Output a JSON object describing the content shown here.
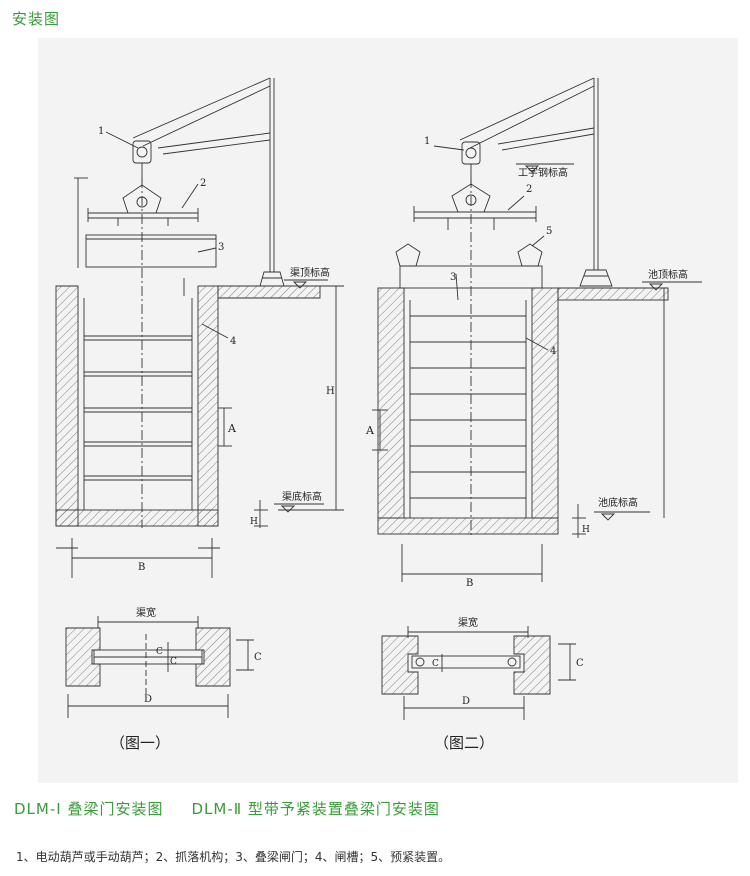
{
  "header": {
    "title": "安装图"
  },
  "figure1": {
    "callouts": [
      "1",
      "2",
      "3",
      "4"
    ],
    "top_level_label": "渠顶标高",
    "bottom_level_label": "渠底标高",
    "dim_A": "A",
    "dim_H": "H",
    "dim_H1": "H",
    "dim_B": "B",
    "plan_width_label": "渠宽",
    "dim_C1": "C",
    "dim_C2": "C",
    "dim_C": "C",
    "dim_D": "D",
    "caption": "（图一）"
  },
  "figure2": {
    "callouts": [
      "1",
      "2",
      "3",
      "4",
      "5"
    ],
    "steel_level_label": "工字钢标高",
    "top_level_label": "池顶标高",
    "bottom_level_label": "池底标高",
    "dim_A": "A",
    "dim_H1": "H",
    "dim_B": "B",
    "plan_width_label": "渠宽",
    "dim_C1": "C",
    "dim_C": "C",
    "dim_D": "D",
    "caption": "（图二）"
  },
  "footer": {
    "caption_1": "DLM-Ⅰ 叠梁门安装图",
    "caption_2": "DLM-Ⅱ 型带予紧装置叠梁门安装图",
    "legend": "1、电动葫芦或手动葫芦；2、抓落机构；3、叠梁闸门；4、闸槽；5、预紧装置。"
  },
  "colors": {
    "accent": "#3a9b3a",
    "panel": "#f3f3f3",
    "ink": "#333333"
  }
}
